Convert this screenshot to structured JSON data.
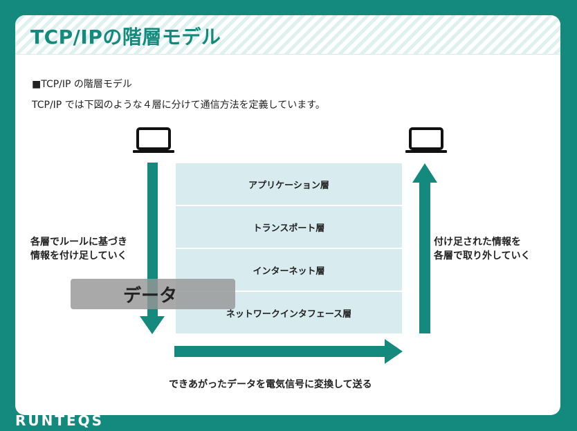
{
  "slide": {
    "title": "TCP/IPの階層モデル",
    "heading": "■TCP/IP の階層モデル",
    "description": "TCP/IP では下図のような４層に分けて通信方法を定義しています。"
  },
  "diagram": {
    "layers": [
      {
        "label": "アプリケーション層"
      },
      {
        "label": "トランスポート層"
      },
      {
        "label": "インターネット層"
      },
      {
        "label": "ネットワークインタフェース層"
      }
    ],
    "left_text_line1": "各層でルールに基づき",
    "left_text_line2": "情報を付け足していく",
    "right_text_line1": "付け足された情報を",
    "right_text_line2": "各層で取り外していく",
    "data_label": "データ",
    "bottom_caption": "できあがったデータを電気信号に変換して送る",
    "arrow_color": "#148a7e",
    "layer_color": "#d8ebef"
  },
  "footer": {
    "logo": "RUNTEQS"
  },
  "theme": {
    "accent": "#148a7e"
  }
}
